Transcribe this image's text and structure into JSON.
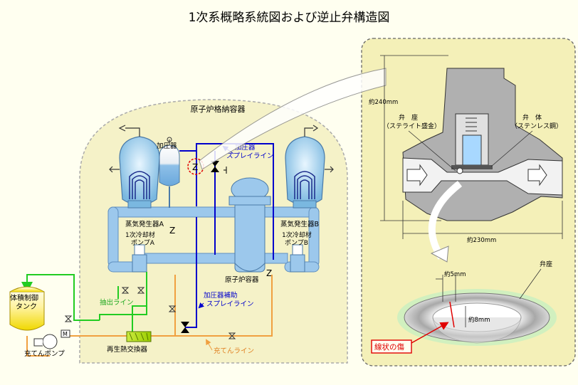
{
  "title": "1次系概略系統図および逆止弁構造図",
  "left": {
    "containment": "原子炉格納容器",
    "pressurizer": "加圧器",
    "pressurizer_spray": [
      "加圧器",
      "スプレイライン"
    ],
    "sg_a": "蒸気発生器A",
    "sg_b": "蒸気発生器B",
    "pump_a": [
      "1次冷却材",
      "ポンプA"
    ],
    "pump_b": [
      "1次冷却材",
      "ポンプB"
    ],
    "reactor_vessel": "原子炉容器",
    "letdown": "抽出ライン",
    "aux_spray": [
      "加圧器補助",
      "スプレイライン"
    ],
    "charging_line": "充てんライン",
    "regen_hx": "再生熱交換器",
    "vct": [
      "体積制御",
      "タンク"
    ],
    "charging_pump": "充てんポンプ",
    "motor": "M",
    "check_valve_mark": "Z"
  },
  "right": {
    "dim_height": "約240mm",
    "dim_width": "約230mm",
    "seat_label": [
      "弁　座",
      "（ステライト盛金）"
    ],
    "disc_label": [
      "弁　体",
      "（ステンレス鋼）"
    ],
    "dim_5": "約5mm",
    "dim_8": "約8mm",
    "seat_detail": "弁座",
    "crack": "線状の傷"
  },
  "colors": {
    "primary_loop": "#9cc8ec",
    "spray_blue": "#0000cc",
    "charging_orange": "#f0a040",
    "letdown_green": "#22cc22",
    "containment_fill": "#f5f2c8",
    "panel_fill": "#f4f0b8",
    "crack_red": "#e00000"
  }
}
